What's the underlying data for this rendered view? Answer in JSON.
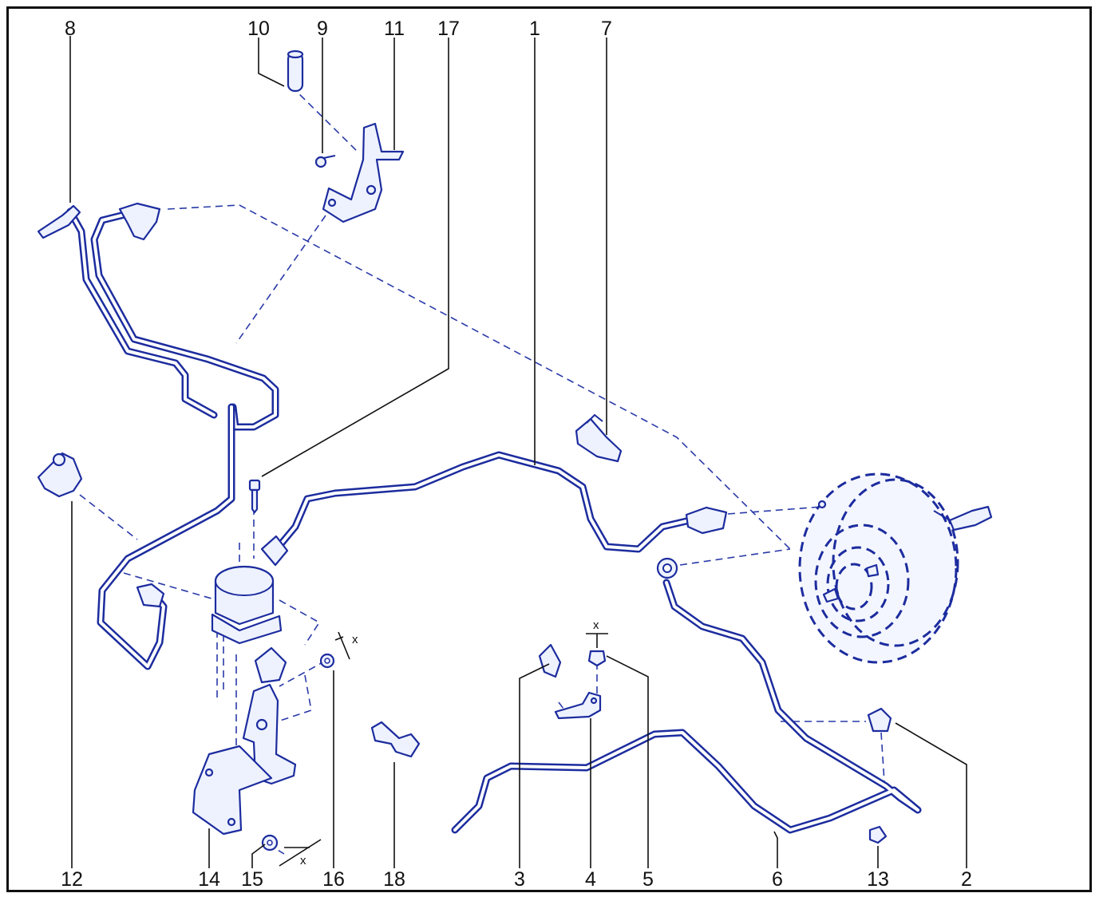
{
  "diagram": {
    "callout_numbers": {
      "n1": "1",
      "n2": "2",
      "n3": "3",
      "n4": "4",
      "n5": "5",
      "n6": "6",
      "n7": "7",
      "n8": "8",
      "n9": "9",
      "n10": "10",
      "n11": "11",
      "n12": "12",
      "n13": "13",
      "n14": "14",
      "n15": "15",
      "n16": "16",
      "n17": "17",
      "n18": "18"
    },
    "torque_marks": {
      "a": "x",
      "b": "x",
      "c": "x"
    },
    "colors": {
      "line_art": "#1c2c9e",
      "leader": "#111111",
      "background": "#ffffff"
    }
  }
}
